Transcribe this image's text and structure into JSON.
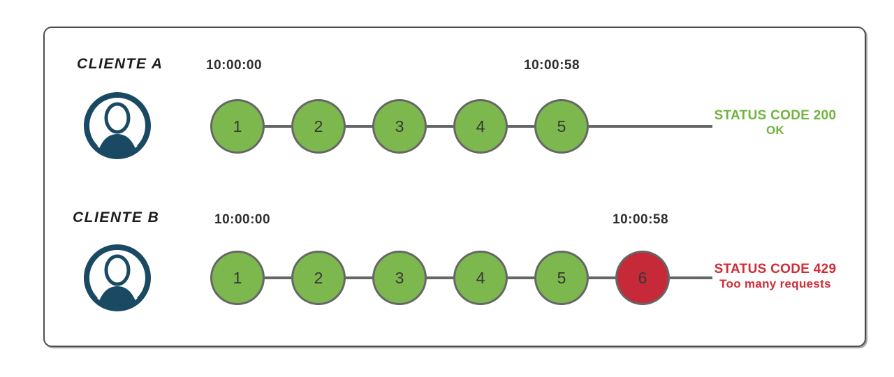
{
  "rows": [
    {
      "client_label": "CLIENTE A",
      "avatar_icon": "user-avatar-icon",
      "start_time": "10:00:00",
      "end_time": "10:00:58",
      "requests": [
        {
          "label": "1",
          "state": "ok"
        },
        {
          "label": "2",
          "state": "ok"
        },
        {
          "label": "3",
          "state": "ok"
        },
        {
          "label": "4",
          "state": "ok"
        },
        {
          "label": "5",
          "state": "ok"
        }
      ],
      "status": {
        "line1": "STATUS CODE 200",
        "line2": "OK",
        "tone": "ok"
      }
    },
    {
      "client_label": "CLIENTE B",
      "avatar_icon": "user-avatar-icon",
      "start_time": "10:00:00",
      "end_time": "10:00:58",
      "requests": [
        {
          "label": "1",
          "state": "ok"
        },
        {
          "label": "2",
          "state": "ok"
        },
        {
          "label": "3",
          "state": "ok"
        },
        {
          "label": "4",
          "state": "ok"
        },
        {
          "label": "5",
          "state": "ok"
        },
        {
          "label": "6",
          "state": "blocked"
        }
      ],
      "status": {
        "line1": "STATUS CODE 429",
        "line2": "Too many requests",
        "tone": "blocked"
      }
    }
  ],
  "colors": {
    "ok_fill": "#7cb84e",
    "blocked_fill": "#c62a38",
    "circle_border": "#666666",
    "connector": "#666666",
    "ok_text": "#71b33d",
    "blocked_text": "#d22b35",
    "avatar": "#1a4a63",
    "timestamp_text": "#2f2f2f",
    "client_text": "#1c1c1c",
    "panel_border": "#4d4d4d"
  }
}
